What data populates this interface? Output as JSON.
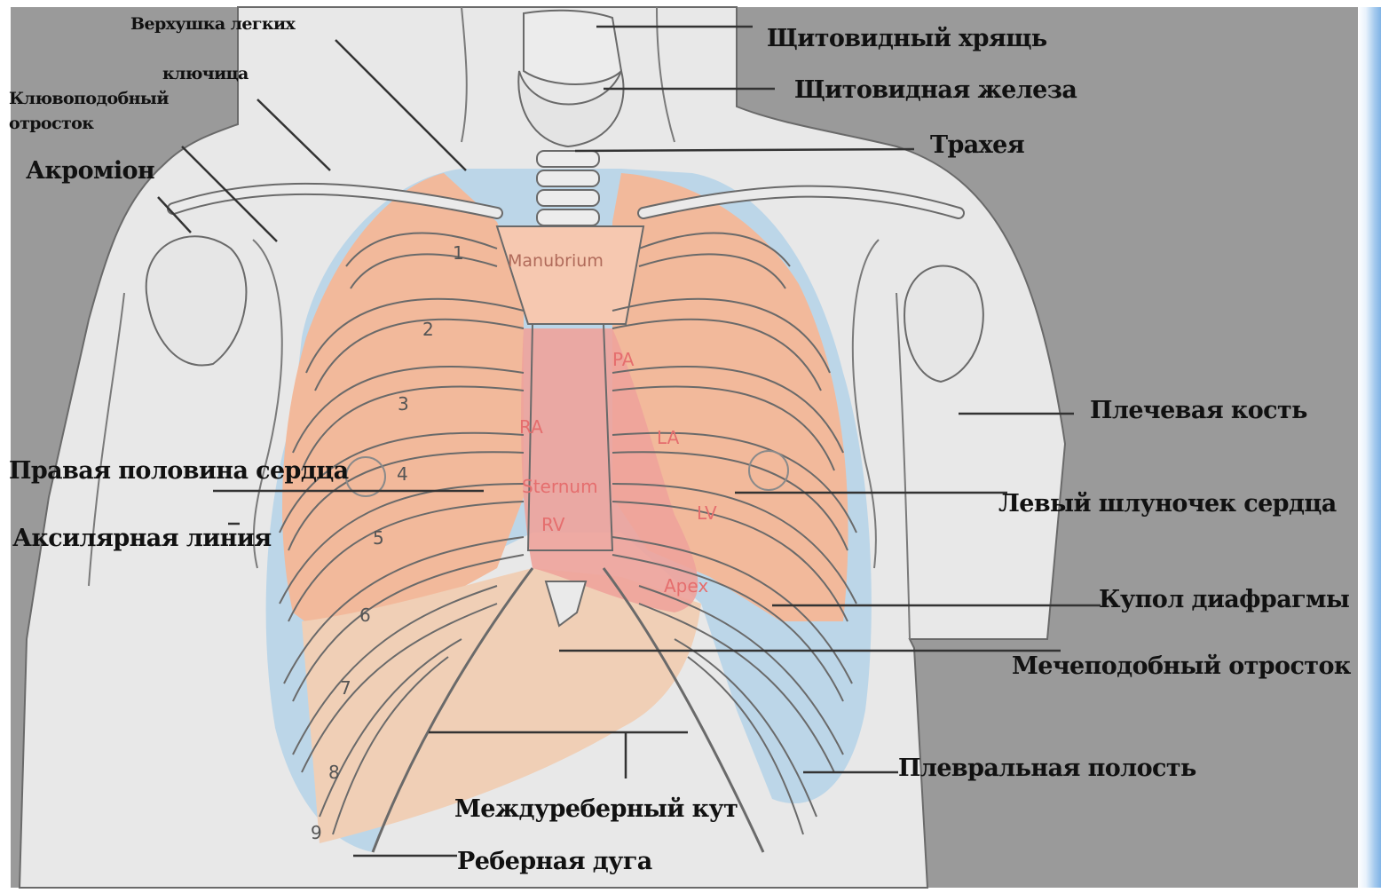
{
  "labels": {
    "apex_lungs": "Верхушка легких",
    "clavicle": "ключица",
    "coracoid_line1": "Клювоподобный",
    "coracoid_line2": "отросток",
    "acromion": "Акроміон",
    "thyroid_cartilage": "Щитовидный хрящь",
    "thyroid_gland": "Щитовидная железа",
    "trachea": "Трахея",
    "humerus": "Плечевая кость",
    "right_heart": "Правая половина сердца",
    "left_ventricle": "Левый шлуночек сердца",
    "axillary_line": "Аксилярная линия",
    "diaphragm_dome": "Купол диафрагмы",
    "xiphoid": "Мечеподобный отросток",
    "pleural_cavity": "Плевральная полость",
    "intercostal_angle": "Междуреберный кут",
    "costal_arch": "Реберная дуга"
  },
  "inner_labels": {
    "manubrium": "Manubrium",
    "sternum": "Sternum",
    "pa": "PA",
    "ra": "RA",
    "la": "LA",
    "rv": "RV",
    "lv": "LV",
    "apex": "Apex"
  },
  "rib_numbers": [
    "1",
    "2",
    "3",
    "4",
    "5",
    "6",
    "7",
    "8",
    "9"
  ],
  "colors": {
    "background": "#9a9a9a",
    "body": "#e8e8e8",
    "lung": "#f2b99b",
    "pleura": "#bcd6e8",
    "heart": "#eea39b",
    "liver": "#f0cfb6",
    "outline": "#6a6a6a",
    "leader": "#333333"
  }
}
